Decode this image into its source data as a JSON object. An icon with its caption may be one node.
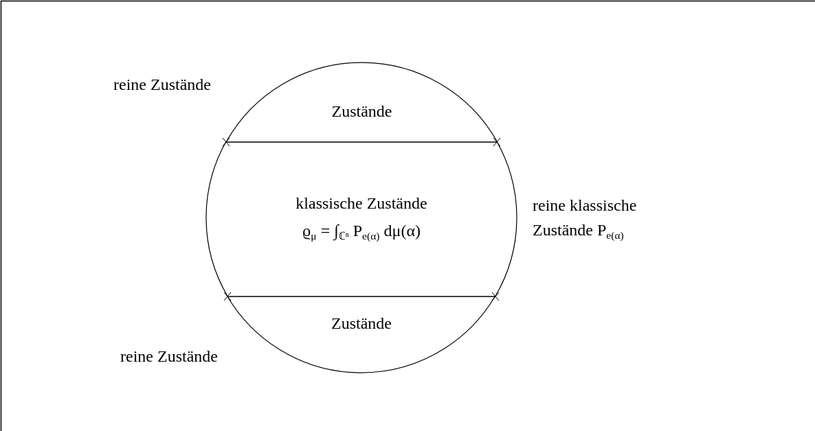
{
  "diagram": {
    "nodes": [
      {
        "text": [
          "Zustände"
        ]
      },
      {
        "text": [
          "klassische Zustände",
          "ϱ$_{μ}$ = ∫$_{ℂⁿ}$ P$_{e(α)}$ dμ(α)"
        ]
      },
      {
        "text": [
          "Zustände"
        ]
      }
    ],
    "labels": [
      "reine Zustände",
      "reine klassische Zustände P$_{e(α)}$",
      "reine Zustände"
    ]
  }
}
